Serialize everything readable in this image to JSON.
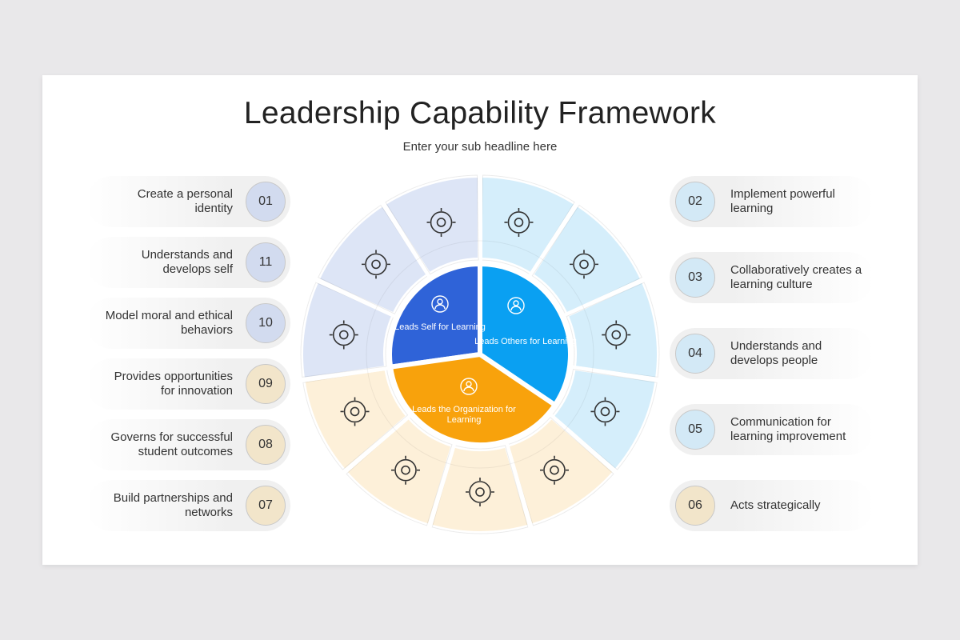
{
  "title": "Leadership Capability Framework",
  "subtitle": "Enter your sub headline here",
  "colors": {
    "self": "#2f63d8",
    "others": "#0aa0f2",
    "org": "#f8a20c",
    "self_light": "#dde5f6",
    "others_light": "#d5eefb",
    "org_light": "#fdf0d9",
    "self_num": "#d2dbef",
    "others_num": "#d3e9f6",
    "org_num": "#f2e5ca"
  },
  "center": {
    "self": {
      "label": "Leads Self for Learning",
      "icon": "magnet-people-icon"
    },
    "others": {
      "label": "Leads Others for Learning",
      "icon": "team-network-icon"
    },
    "org": {
      "label": "Leads the Organization for Learning",
      "icon": "organization-gear-icon"
    }
  },
  "segments": [
    {
      "num": "02",
      "group": "others",
      "icon": "brain-circuit-icon"
    },
    {
      "num": "03",
      "group": "others",
      "icon": "hands-teamwork-icon"
    },
    {
      "num": "04",
      "group": "others",
      "icon": "growth-chart-gear-icon"
    },
    {
      "num": "05",
      "group": "others",
      "icon": "idea-gear-cycle-icon"
    },
    {
      "num": "06",
      "group": "org",
      "icon": "strategy-gear-chess-icon"
    },
    {
      "num": "07",
      "group": "org",
      "icon": "global-network-icon"
    },
    {
      "num": "08",
      "group": "org",
      "icon": "report-chart-icon"
    },
    {
      "num": "09",
      "group": "org",
      "icon": "innovation-bulb-icon"
    },
    {
      "num": "10",
      "group": "self",
      "icon": "heart-hand-icon"
    },
    {
      "num": "11",
      "group": "self",
      "icon": "gear-search-icon"
    },
    {
      "num": "01",
      "group": "self",
      "icon": "eye-pencil-icon"
    }
  ],
  "left_items": [
    {
      "num": "01",
      "text": "Create a personal identity",
      "group": "self"
    },
    {
      "num": "11",
      "text": "Understands and develops self",
      "group": "self"
    },
    {
      "num": "10",
      "text": "Model moral and ethical behaviors",
      "group": "self"
    },
    {
      "num": "09",
      "text": "Provides opportunities for innovation",
      "group": "org"
    },
    {
      "num": "08",
      "text": "Governs for successful student outcomes",
      "group": "org"
    },
    {
      "num": "07",
      "text": "Build partnerships and networks",
      "group": "org"
    }
  ],
  "right_items": [
    {
      "num": "02",
      "text": "Implement powerful learning",
      "group": "others"
    },
    {
      "num": "03",
      "text": "Collaboratively creates a learning culture",
      "group": "others"
    },
    {
      "num": "04",
      "text": "Understands and develops people",
      "group": "others"
    },
    {
      "num": "05",
      "text": "Communication for learning improvement",
      "group": "others"
    },
    {
      "num": "06",
      "text": "Acts strategically",
      "group": "org"
    }
  ]
}
